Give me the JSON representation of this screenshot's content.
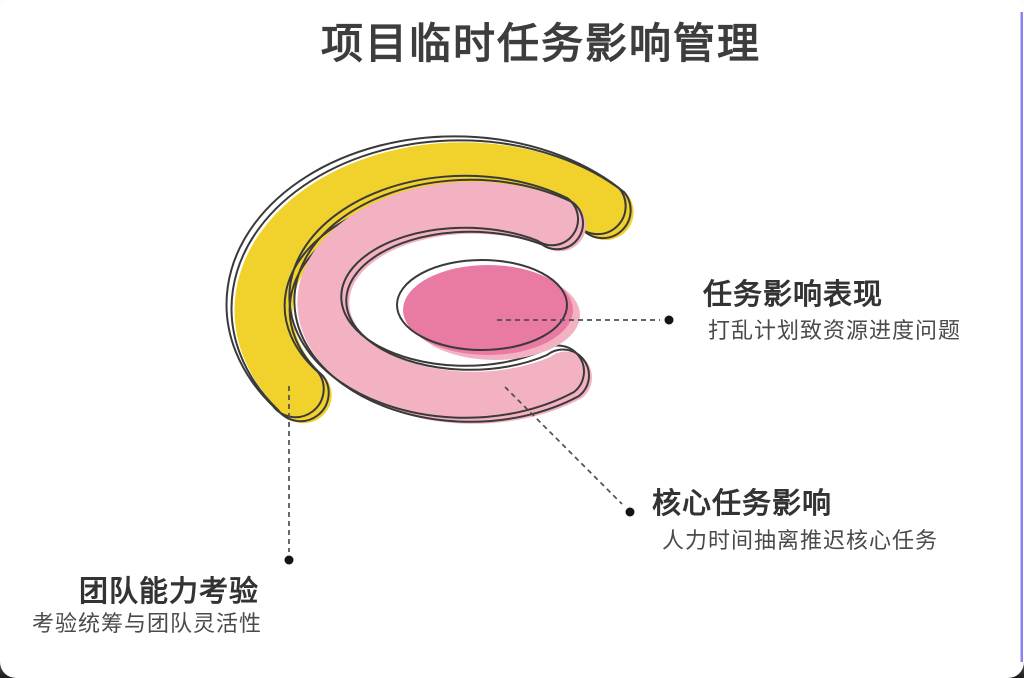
{
  "title": "项目临时任务影响管理",
  "callouts": [
    {
      "heading": "任务影响表现",
      "description": "打乱计划致资源进度问题"
    },
    {
      "heading": "核心任务影响",
      "description": "人力时间抽离推迟核心任务"
    },
    {
      "heading": "团队能力考验",
      "description": "考验统筹与团队灵活性"
    }
  ],
  "colors": {
    "outer_ring": "#F1D12C",
    "middle_ring": "#F3B2C1",
    "core": "#E97AA3",
    "core_halo": "#F3B2C1",
    "outline": "#3A3A3A",
    "connector": "#4F4F4F",
    "dot": "#141414",
    "edge_accent": "#8884EC"
  }
}
